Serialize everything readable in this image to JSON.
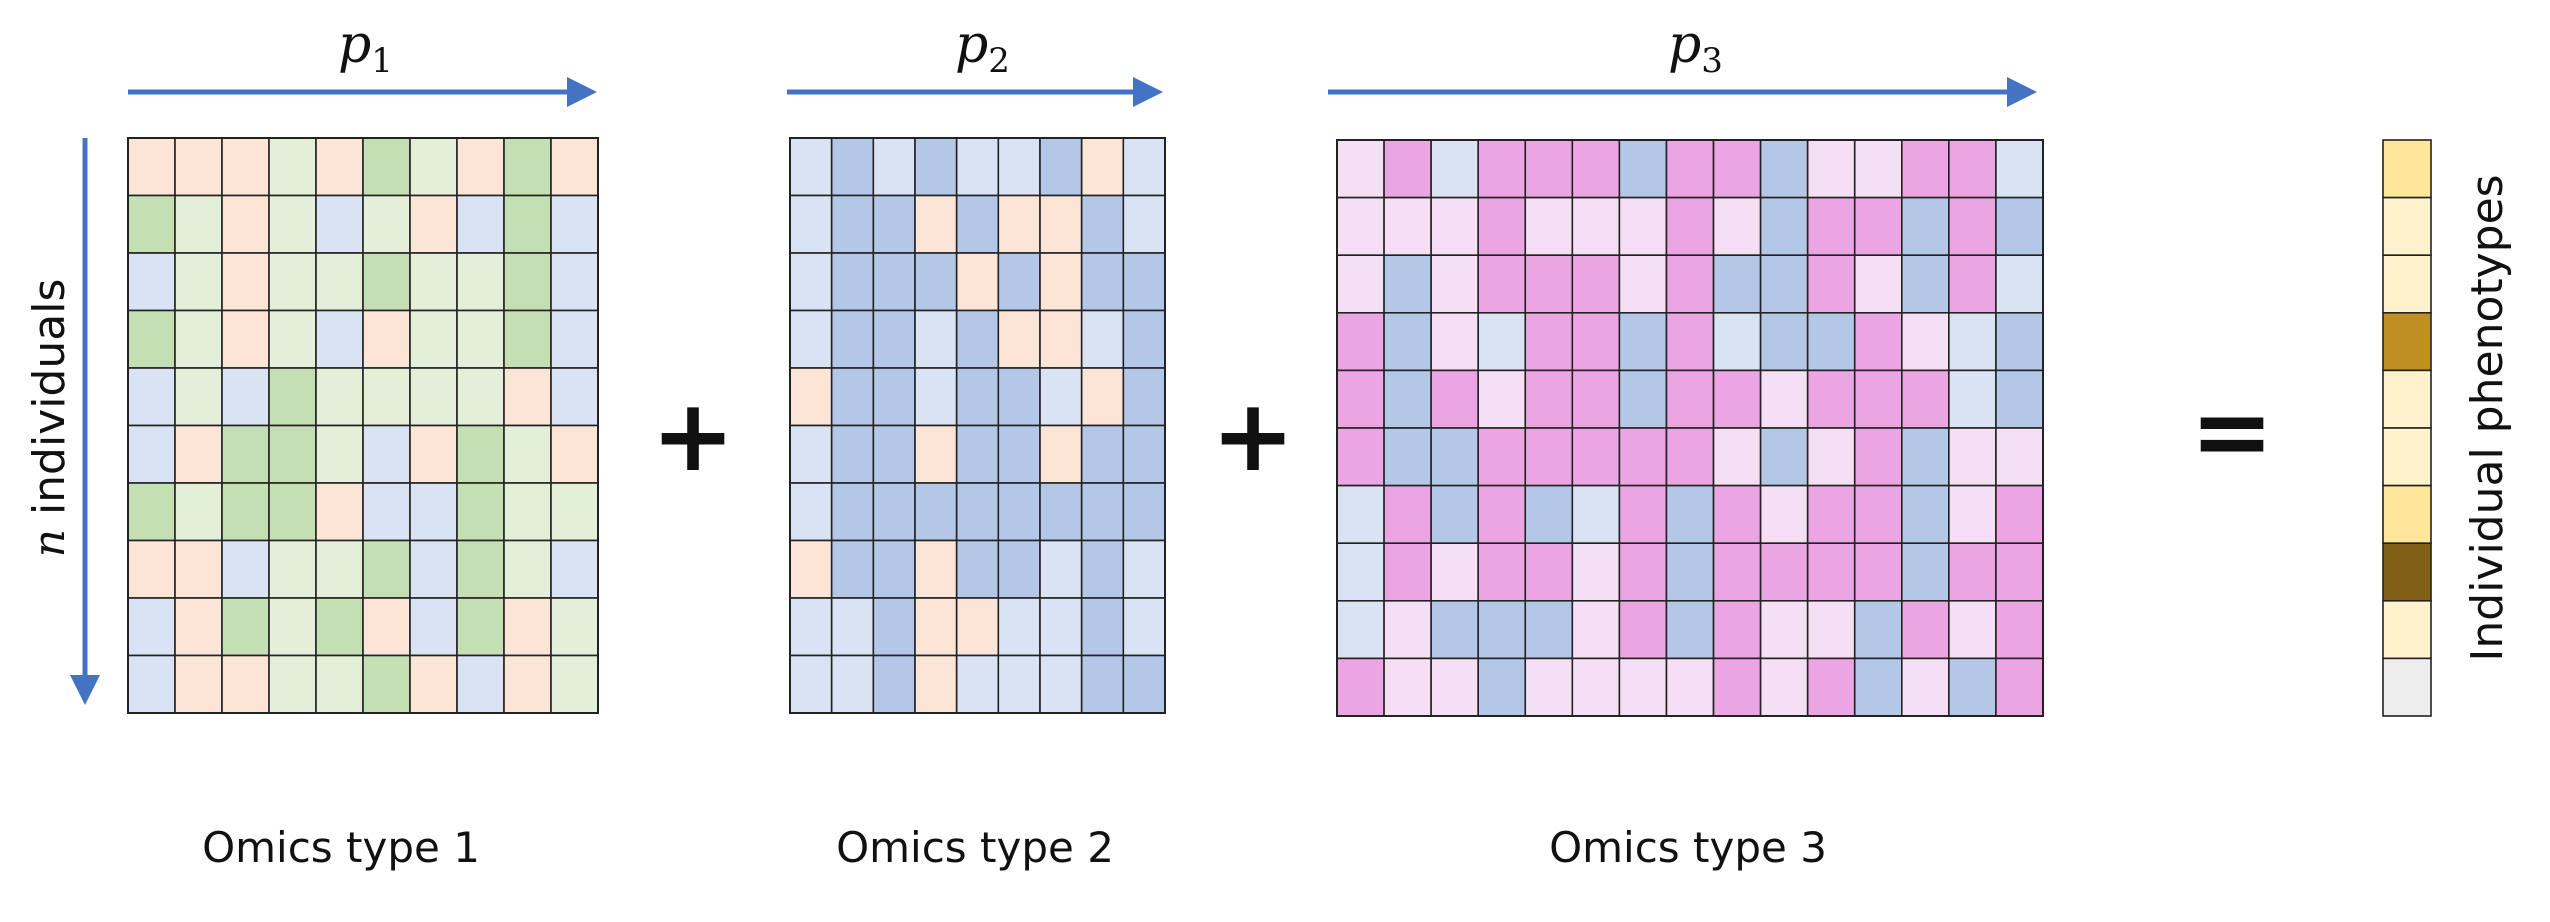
{
  "colors": {
    "arrow": "#4472c4",
    "grid_line": "#222222",
    "palette1": {
      "g": "#c5dfb4",
      "l": "#e3efd9",
      "p": "#fbe5d6",
      "b": "#dae3f3"
    },
    "palette2": {
      "d": "#b4c7e7",
      "l": "#dae3f3",
      "p": "#fbe5d6"
    },
    "palette3": {
      "m": "#eaa5e2",
      "l": "#f5dff4",
      "b": "#b4c7e7",
      "c": "#dae3f3"
    },
    "phenotype": {
      "y": "#ffe699",
      "c": "#fff2cc",
      "o": "#bf8f22",
      "d": "#7f6015",
      "g": "#ededed"
    }
  },
  "axis_labels": {
    "p1": {
      "symbol": "p",
      "sub": "1"
    },
    "p2": {
      "symbol": "p",
      "sub": "2"
    },
    "p3": {
      "symbol": "p",
      "sub": "3"
    },
    "n_symbol": "n",
    "n_text": " individuals"
  },
  "operators": {
    "plus1": "+",
    "plus2": "+",
    "equals": "="
  },
  "matrices": [
    {
      "label": "Omics type 1",
      "palette": "palette1",
      "rows": [
        "ppplpglpgp",
        "glplblpbgb",
        "blpllgllgb",
        "glplbpllgb",
        "blbgllllpb",
        "bpgglbpglp",
        "glggpbbgll",
        "ppbllgbglb",
        "bpglgpbgpl",
        "bppllgpbpl"
      ]
    },
    {
      "label": "Omics type 2",
      "palette": "palette2",
      "rows": [
        "ldldlldpl",
        "lddpdppdl",
        "ldddpdpdd",
        "lddldppld",
        "pddlddlpd",
        "lddpddpdd",
        "ldddddddd",
        "pddpddldl",
        "lldpplldl",
        "lldpllldd"
      ]
    },
    {
      "label": "Omics type 3",
      "palette": "palette3",
      "rows": [
        "lmcmmmbmmbllmmc",
        "lllmlllmlbmmbmb",
        "lblmmmlmbbmlbmc",
        "mblcmmbmcbbmlcb",
        "mbmlmmbmmlmmmcb",
        "mbbmmmmmlblmbll",
        "cmbmbcmbmlmmblm",
        "cmlmmlmbmmmmbmm",
        "clbbblmbmllbmlm",
        "mllbllllmlmblbm"
      ]
    }
  ],
  "phenotype": {
    "label": "Individual phenotypes",
    "cells": [
      "y",
      "c",
      "c",
      "o",
      "c",
      "c",
      "y",
      "d",
      "c",
      "g"
    ]
  }
}
